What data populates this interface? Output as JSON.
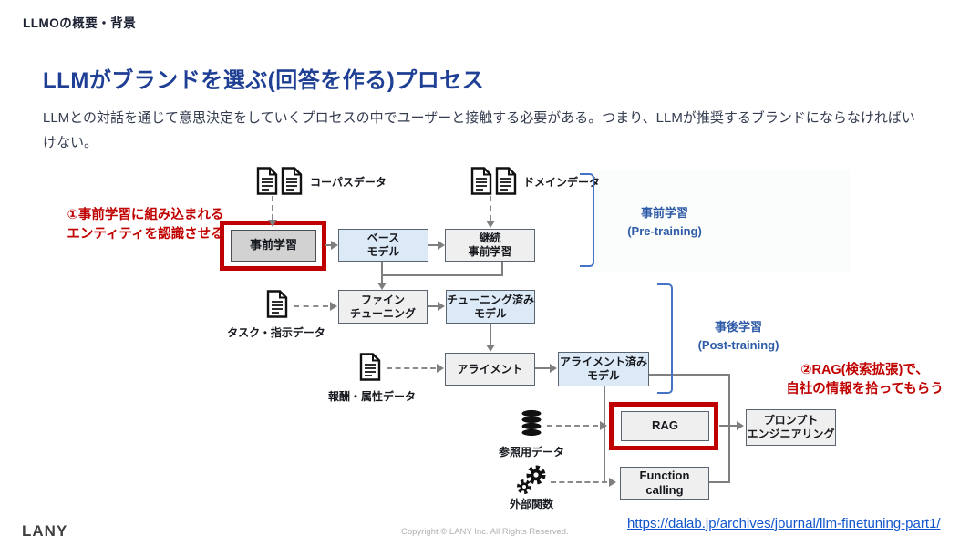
{
  "slide": {
    "eyebrow": "LLMOの概要・背景",
    "title": "LLMがブランドを選ぶ(回答を作る)プロセス",
    "body": "LLMとの対話を通じて意思決定をしていくプロセスの中でユーザーと接触する必要がある。つまり、LLMが推奨するブランドにならなければいけない。"
  },
  "diagram": {
    "boxes": {
      "pretrain": "事前学習",
      "base_model": "ベース\nモデル",
      "continual_pretrain": "継続\n事前学習",
      "fine_tuning": "ファイン\nチューニング",
      "tuned_model": "チューニング済み\nモデル",
      "alignment": "アライメント",
      "aligned_model": "アライメント済み\nモデル",
      "rag": "RAG",
      "prompt_engineering": "プロンプト\nエンジニアリング",
      "function_calling": "Function\ncalling"
    },
    "data_labels": {
      "corpus": "コーパスデータ",
      "domain": "ドメインデータ",
      "task": "タスク・指示データ",
      "reward": "報酬・属性データ",
      "reference": "参照用データ",
      "external_functions": "外部関数"
    },
    "stages": {
      "pre_training": "事前学習\n(Pre-training)",
      "post_training": "事後学習\n(Post-training)"
    },
    "annotations": {
      "note1": "①事前学習に組み込まれる\nエンティティを認識させる",
      "note2": "②RAG(検索拡張)で、\n自社の情報を拾ってもらう"
    },
    "icons": {
      "documents": "document-icon",
      "database": "database-icon",
      "gears": "gear-icon"
    },
    "colors": {
      "highlight_red": "#c00000",
      "stage_blue": "#2e5ba8",
      "bracket_blue": "#4472c4",
      "model_box_fill": "#dce9f6",
      "process_box_fill": "#efefef",
      "pretrain_box_fill": "#d2d2d2",
      "connector_gray": "#7f7f7f",
      "title_blue": "#1e3f94",
      "link_blue": "#1155cc"
    }
  },
  "footer": {
    "logo": "LANY",
    "copyright": "Copyright © LANY Inc. All Rights Reserved.",
    "source_link": "https://dalab.jp/archives/journal/llm-finetuning-part1/"
  }
}
